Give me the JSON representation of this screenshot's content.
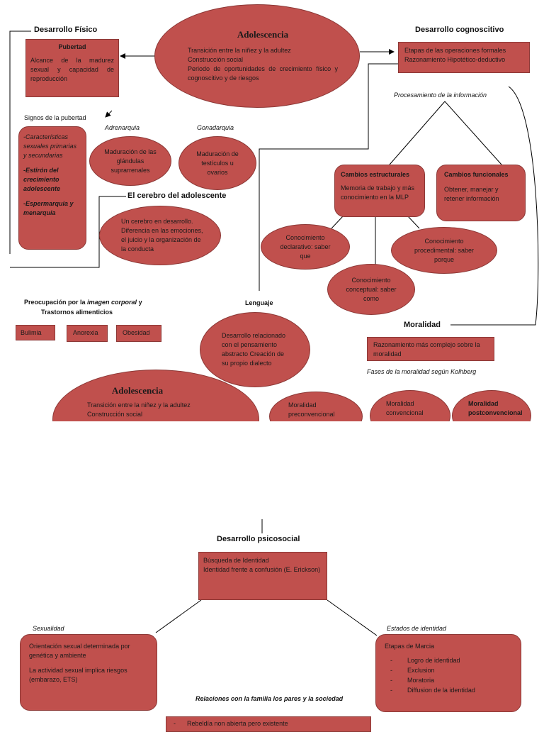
{
  "top": {
    "adolescencia_title": "Adolescencia",
    "adolescencia_lines": [
      "Transición entre la niñez y la adultez",
      "Construcción social",
      "Periodo de oportunidades de crecimiento físico y cognoscitivo y de riesgos"
    ],
    "desarrollo_fisico": "Desarrollo Físico",
    "pubertad_title": "Pubertad",
    "pubertad_text": "Alcance de la madurez sexual y capacidad de reproducción",
    "signos_pubertad": "Signos de la pubertad",
    "signos_items": [
      "-Características sexuales primarias y secundarias",
      "-Estirón del crecimiento adolescente",
      "-Espermarquia y menarquia"
    ],
    "adrenarquia": "Adrenarquia",
    "gonadarquia": "Gonadarquia",
    "adrenarquia_oval": "Maduración de las glándulas suprarrenales",
    "gonadarquia_oval": "Maduración de testículos u ovarios",
    "cerebro_heading": "El cerebro del adolescente",
    "cerebro_oval": "Un cerebro en desarrollo. Diferencia en las emociones, el juicio y la organización de la conducta",
    "preocupacion_pre": "Preocupación por la ",
    "preocupacion_ital": "imagen corporal",
    "preocupacion_post": " y",
    "trastornos": "Trastornos alimenticios",
    "trastornos_items": [
      "Bulimia",
      "Anorexia",
      "Obesidad"
    ],
    "desarrollo_cog": "Desarrollo cognoscitivo",
    "cog_box_lines": [
      "Etapas de las operaciones formales",
      "Razonamiento Hipotético-deductivo"
    ],
    "procesamiento": "Procesamiento de la información",
    "cambios_est_title": "Cambios estructurales",
    "cambios_est_text": "Memoria de trabajo y más conocimiento en la MLP",
    "cambios_fun_title": "Cambios funcionales",
    "cambios_fun_text": "Obtener, manejar y retener información",
    "con_declarativo": "Conocimiento declarativo: saber que",
    "con_procedimental": "Conocimiento procedimental: saber porque",
    "con_conceptual": "Conocimiento conceptual: saber como",
    "lenguaje": "Lenguaje",
    "lenguaje_oval": "Desarrollo relacionado con el pensamiento abstracto Creación de su propio dialecto",
    "moralidad": "Moralidad",
    "moralidad_box": "Razonamiento más complejo sobre la moralidad",
    "fases_kohlberg": "Fases de la moralidad según Kolhberg",
    "moral_ovals": [
      "Moralidad preconvencional",
      "Moralidad convencional",
      "Moralidad postconvencional"
    ],
    "adolescencia2_title": "Adolescencia",
    "adolescencia2_lines": [
      "Transición entre la niñez y la adultez",
      "Construcción social"
    ]
  },
  "bottom": {
    "psicosocial": "Desarrollo psicosocial",
    "psico_box_lines": [
      "Búsqueda de Identidad",
      "Identidad frente a confusión (E. Erickson)"
    ],
    "sexualidad": "Sexualidad",
    "sex_box_1": "Orientación sexual determinada por genética y ambiente",
    "sex_box_2": "La actividad sexual implica riesgos (embarazo, ETS)",
    "estados": "Estados de identidad",
    "marcia_title": "Etapas de Marcia",
    "marcia_items": [
      "Logro de identidad",
      "Exclusion",
      "Moratoria",
      "Diffusion de la identidad"
    ],
    "relaciones": "Relaciones con la familia los pares y  la  sociedad",
    "rebeldia": "Rebeldía non abierta pero existente"
  },
  "colors": {
    "fill": "#c0504d",
    "stroke": "#8c3836",
    "line": "#000000"
  }
}
